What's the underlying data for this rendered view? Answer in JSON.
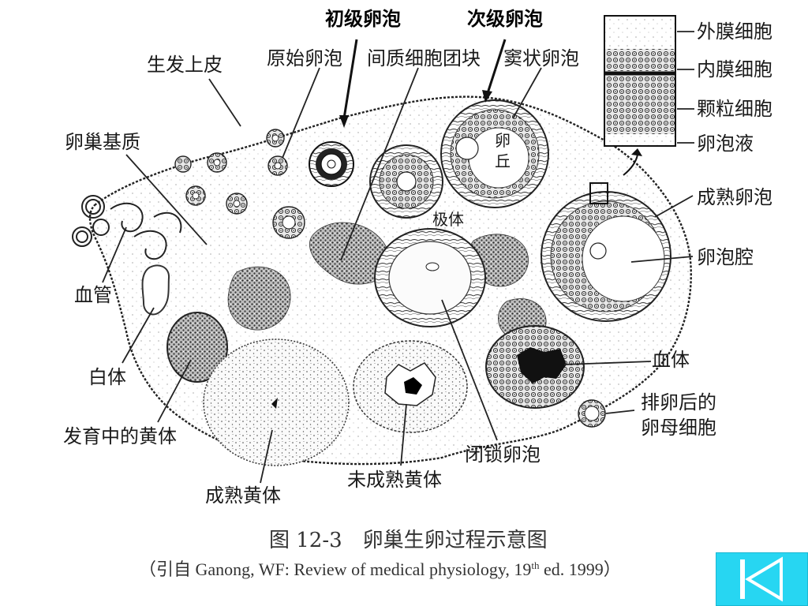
{
  "labels": {
    "primary_follicle": "初级卵泡",
    "secondary_follicle": "次级卵泡",
    "germinal_epithelium": "生发上皮",
    "primordial_follicle": "原始卵泡",
    "interstitial_cell_mass": "间质细胞团块",
    "vesicular_follicle": "窦状卵泡",
    "ovarian_stroma": "卵巢基质",
    "cumulus_line1": "卵",
    "cumulus_line2": "丘",
    "polar_body": "极体",
    "blood_vessel": "血管",
    "corpus_albicans": "白体",
    "developing_corpus_luteum": "发育中的黄体",
    "mature_corpus_luteum": "成熟黄体",
    "immature_corpus_luteum": "未成熟黄体",
    "atretic_follicle": "闭锁卵泡",
    "corpus_hemorrhagicum": "血体",
    "ovulated_oocyte_line1": "排卵后的",
    "ovulated_oocyte_line2": "卵母细胞",
    "mature_follicle": "成熟卵泡",
    "follicular_cavity": "卵泡腔",
    "theca_externa": "外膜细胞",
    "theca_interna": "内膜细胞",
    "granulosa_cells": "颗粒细胞",
    "follicular_fluid": "卵泡液"
  },
  "caption": {
    "figure": "图 12-3　卵巢生卵过程示意图",
    "citation": "（引自 Ganong, WF: Review of medical physiology, 19",
    "citation_sup": "th",
    "citation_end": " ed. 1999）"
  },
  "nav": {
    "first_slide_icon": "first-slide-icon",
    "color": "#27d6f2"
  }
}
